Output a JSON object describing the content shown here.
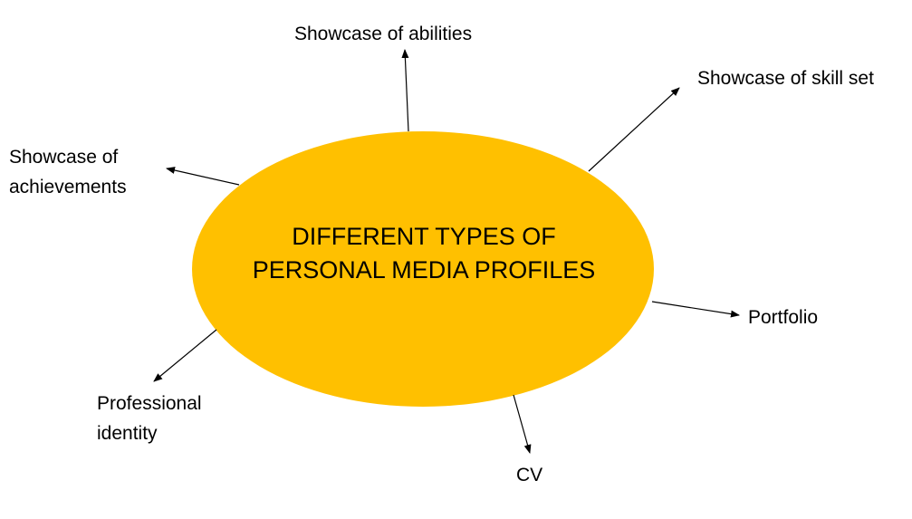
{
  "diagram": {
    "center": {
      "line1": "DIFFERENT TYPES OF",
      "line2": "PERSONAL MEDIA PROFILES",
      "fill_color": "#FFC000"
    },
    "branches": [
      {
        "id": "abilities",
        "text": "Showcase of abilities"
      },
      {
        "id": "skill-set",
        "text": "Showcase of skill set"
      },
      {
        "id": "achievements",
        "line1": "Showcase of",
        "line2": "achievements"
      },
      {
        "id": "portfolio",
        "text": "Portfolio"
      },
      {
        "id": "professional-identity",
        "line1": "Professional",
        "line2": "identity"
      },
      {
        "id": "cv",
        "text": "CV"
      }
    ],
    "arrow_color": "#000000"
  }
}
